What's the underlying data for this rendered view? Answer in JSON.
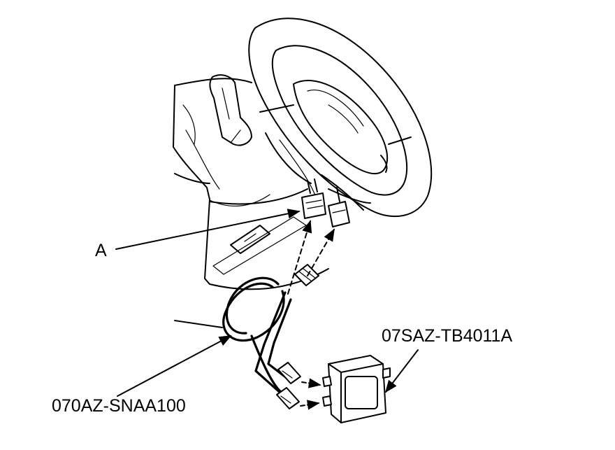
{
  "labels": {
    "part_a": "A",
    "harness": "070AZ-SNAA100",
    "tester_box": "07SAZ-TB4011A"
  }
}
